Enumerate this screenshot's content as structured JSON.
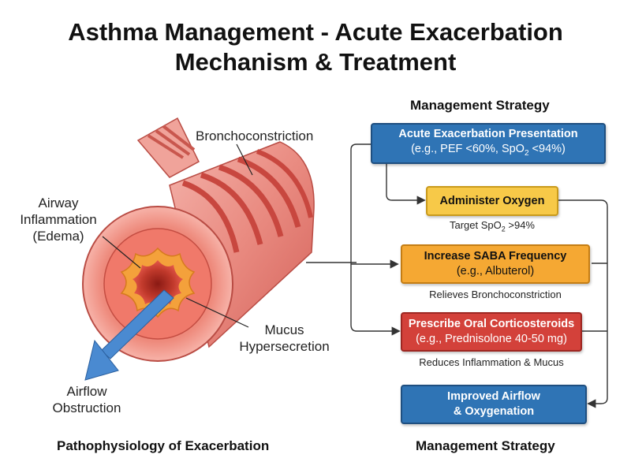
{
  "title": {
    "line1": "Asthma Management - Acute Exacerbation",
    "line2": "Mechanism & Treatment"
  },
  "diagram": {
    "labels": {
      "bronchoconstriction": "Bronchoconstriction",
      "inflammation_line1": "Airway",
      "inflammation_line2": "Inflammation",
      "inflammation_line3": "(Edema)",
      "mucus_line1": "Mucus",
      "mucus_line2": "Hypersecretion",
      "airflow_line1": "Airflow",
      "airflow_line2": "Obstruction"
    },
    "footer_left": "Pathophysiology of Exacerbation"
  },
  "management": {
    "heading": "Management Strategy",
    "footer": "Management Strategy",
    "steps": [
      {
        "title": "Acute Exacerbation Presentation",
        "sub_prefix": "(e.g., PEF <60%, SpO",
        "sub_subscript": "2",
        "sub_suffix": " <94%)",
        "color": "#2f74b5"
      },
      {
        "title": "Administer Oxygen",
        "note_prefix": "Target SpO",
        "note_subscript": "2",
        "note_suffix": " >94%",
        "color": "#f7c948"
      },
      {
        "title": "Increase SABA Frequency",
        "sub": "(e.g., Albuterol)",
        "note": "Relieves Bronchoconstriction",
        "color": "#f5a833"
      },
      {
        "title": "Prescribe Oral Corticosteroids",
        "sub": "(e.g., Prednisolone 40-50 mg)",
        "note": "Reduces Inflammation & Mucus",
        "color": "#d3413a"
      },
      {
        "title_line1": "Improved Airflow",
        "title_line2": "& Oxygenation",
        "color": "#2f74b5"
      }
    ]
  }
}
